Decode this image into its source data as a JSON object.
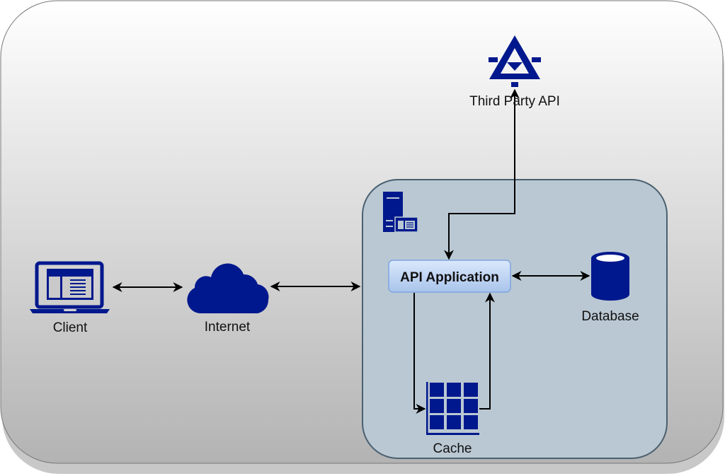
{
  "diagram": {
    "nodes": {
      "client": {
        "label": "Client",
        "icon": "laptop-icon"
      },
      "internet": {
        "label": "Internet",
        "icon": "cloud-icon"
      },
      "api_application": {
        "label": "API Application"
      },
      "database": {
        "label": "Database",
        "icon": "database-icon"
      },
      "cache": {
        "label": "Cache",
        "icon": "grid-icon"
      },
      "third_party_api": {
        "label": "Third Party API",
        "icon": "triangle-api-icon"
      },
      "server_group": {
        "icon": "server-icon"
      }
    },
    "edges": [
      {
        "from": "client",
        "to": "internet",
        "direction": "both"
      },
      {
        "from": "internet",
        "to": "server_group",
        "direction": "both"
      },
      {
        "from": "api_application",
        "to": "database",
        "direction": "both"
      },
      {
        "from": "third_party_api",
        "to": "api_application",
        "direction": "both"
      },
      {
        "from": "api_application",
        "to": "cache",
        "direction": "forward"
      },
      {
        "from": "cache",
        "to": "api_application",
        "direction": "forward"
      }
    ],
    "colors": {
      "icon": "#00188d",
      "group_fill": "#bac8d3",
      "group_stroke": "#4a6070",
      "app_fill_top": "#dae8fc",
      "app_fill_bottom": "#a9c4eb",
      "app_stroke": "#7ea6e0"
    }
  }
}
